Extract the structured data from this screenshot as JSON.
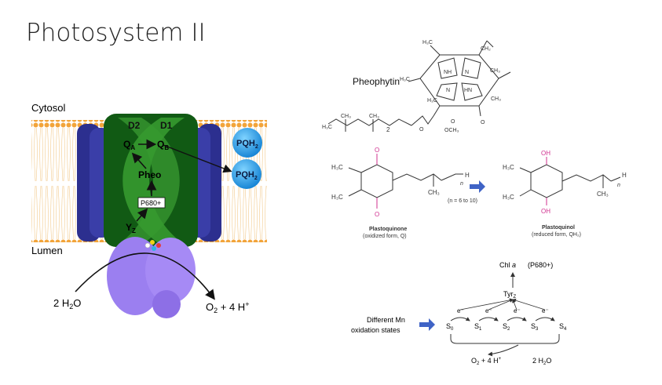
{
  "slide": {
    "title": "Photosystem II"
  },
  "membrane": {
    "cytosol": "Cytosol",
    "lumen": "Lumen",
    "d2": "D2",
    "d1": "D1",
    "qa_main": "Q",
    "qa_sub": "A",
    "qb_main": "Q",
    "qb_sub": "B",
    "pheo": "Pheo",
    "p680": "P680+",
    "yz_main": "Y",
    "yz_sub": "Z",
    "pqh2a_main": "PQH",
    "pqh2a_sub": "2",
    "pqh2b_main": "PQH",
    "pqh2b_sub": "2",
    "water_a": "2 H",
    "water_sub": "2",
    "water_b": "O",
    "o2_a": "O",
    "o2_sub": "2",
    "o2_b": " + 4 H",
    "o2_sup": "+"
  },
  "pheophytin": {
    "label": "Pheophytin",
    "subscript_2": "2",
    "atoms": {
      "h3c": "H₃C",
      "ch3": "CH₃",
      "nh": "NH",
      "hn": "HN",
      "n": "N",
      "o": "O",
      "och3": "OCH₃",
      "ch2": "CH₂"
    }
  },
  "plastoquinone": {
    "name": "Plastoquinone",
    "form": "(oxidized form, Q)",
    "range": "(n = 6 to 10)",
    "o": "O",
    "h3c": "H₃C",
    "ch3": "CH₃",
    "h": "H",
    "n": "n"
  },
  "plastoquinol": {
    "name": "Plastoquinol",
    "form": "(reduced form, QH₂)",
    "oh": "OH",
    "h3c": "H₃C",
    "ch3": "CH₃",
    "h": "H",
    "n": "n"
  },
  "cycle": {
    "chl_a": "Chl ",
    "chl_a_italic": "a",
    "p680": "(P680+)",
    "tyr": "Tyr",
    "tyr_sub": "Z",
    "label_line1": "Different Mn",
    "label_line2": "oxidation states",
    "states": [
      {
        "main": "S",
        "sub": "0"
      },
      {
        "main": "S",
        "sub": "1"
      },
      {
        "main": "S",
        "sub": "2"
      },
      {
        "main": "S",
        "sub": "3"
      },
      {
        "main": "S",
        "sub": "4"
      }
    ],
    "electron": "e⁻",
    "o2_a": "O",
    "o2_sub": "2",
    "o2_b": " + 4 H",
    "o2_sup": "+",
    "water_a": "2 H",
    "water_sub": "2",
    "water_b": "O"
  },
  "colors": {
    "protein_green": "#2f8a2a",
    "protein_dark_green": "#115a14",
    "antenna_blue": "#2c2f8f",
    "pq_blue": "#2aa7e8",
    "oec_purple": "#9b7ff0",
    "arrow_blue": "#3f63c6",
    "quinone_pink": "#d0308f"
  }
}
